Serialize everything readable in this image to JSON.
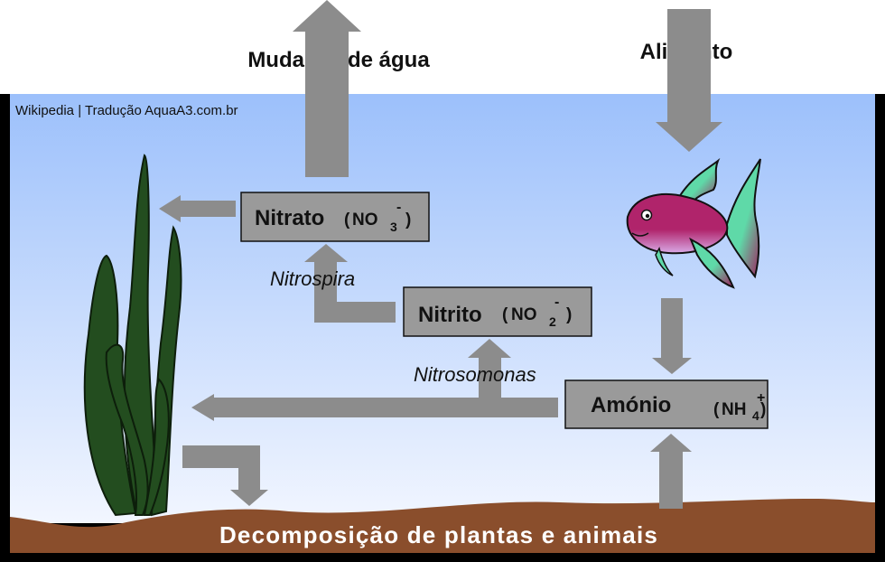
{
  "labels": {
    "water_change": "Mudança de água",
    "food": "Alimento",
    "credit": "Wikipedia | Tradução AquaA3.com.br",
    "nitrospira": "Nitrospira",
    "nitrosomonas": "Nitrosomonas",
    "decomposition": "Decomposição de plantas e animais"
  },
  "boxes": {
    "nitrate": {
      "name": "Nitrato",
      "formula_base": "NO",
      "formula_sub": "3",
      "formula_sup": "-",
      "paren_open": "(",
      "paren_close": ")"
    },
    "nitrite": {
      "name": "Nitrito",
      "formula_base": "NO",
      "formula_sub": "2",
      "formula_sup": "-",
      "paren_open": "(",
      "paren_close": ")"
    },
    "ammonium": {
      "name": "Amónio",
      "formula_base": "NH",
      "formula_sub": "4",
      "formula_sup": "+",
      "paren_open": "(",
      "paren_close": ")"
    }
  },
  "colors": {
    "water_top": "#9cc0fb",
    "water_bottom": "#f2f6ff",
    "frame": "#000000",
    "arrow": "#8c8c8c",
    "box_fill": "#9a9a9a",
    "ground": "#8a4e2c",
    "plant": "#234d1f",
    "fish_body": "#b0246b",
    "fish_fin": "#5fd9a8"
  }
}
